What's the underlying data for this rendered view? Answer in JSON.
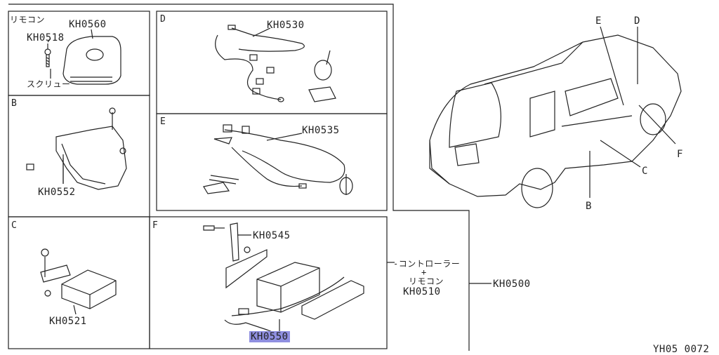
{
  "panels": {
    "remote": {
      "title": "リモコン",
      "parts": [
        "KH0560",
        "KH0518"
      ],
      "screw": "スクリュー"
    },
    "B": {
      "letter": "B",
      "parts": [
        "KH0552"
      ]
    },
    "C": {
      "letter": "C",
      "parts": [
        "KH0521"
      ]
    },
    "D": {
      "letter": "D",
      "parts": [
        "KH0530"
      ]
    },
    "E": {
      "letter": "E",
      "parts": [
        "KH0535"
      ]
    },
    "F": {
      "letter": "F",
      "parts": [
        "KH0545",
        "KH0550"
      ]
    }
  },
  "assembly": {
    "line1": "コントローラー",
    "line2": "+",
    "line3": "リモコン",
    "line4": "KH0510",
    "kit": "KH0500"
  },
  "car_callouts": [
    "E",
    "D",
    "F",
    "C",
    "B"
  ],
  "footer_code": "YH05 0072",
  "colors": {
    "line": "#222222",
    "highlight": "#8f8fe0"
  }
}
